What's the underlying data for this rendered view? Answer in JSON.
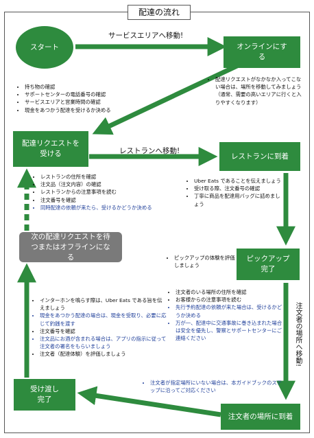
{
  "title": "配達の流れ",
  "nodes": {
    "start": "スタート",
    "online": "オンラインにする",
    "receive": "配達リクエストを受ける",
    "arrive_restaurant": "レストランに到着",
    "pickup_done": "ピックアップ完了",
    "wait": "次の配達リクエストを待つまたはオフラインになる",
    "delivered": "受け渡し完了",
    "arrive_customer": "注文者の場所に到着"
  },
  "labels": {
    "to_area": "サービスエリアへ移動!",
    "to_restaurant": "レストランへ移動!",
    "to_customer": "注文者の場所へ移動!"
  },
  "notes": {
    "start": [
      {
        "text": "持ち物の確認",
        "blue": false
      },
      {
        "text": "サポートセンターの電話番号の確認",
        "blue": false
      },
      {
        "text": "サービスエリアと営業時間の確認",
        "blue": false
      },
      {
        "text": "現金をあつかう配達を受けるか決める",
        "blue": false
      }
    ],
    "online": [
      {
        "text": "配達リクエストがなかなか入ってこない場合は、場所を移動してみましょう（通常、需要の高いエリアに行くと入りやすくなります）",
        "blue": false
      }
    ],
    "receive": [
      {
        "text": "レストランの住所を確認",
        "blue": false
      },
      {
        "text": "注文品（注文内容）の確認",
        "blue": false
      },
      {
        "text": "レストランからの注意事項を読む",
        "blue": false
      },
      {
        "text": "注文番号を確認",
        "blue": false
      },
      {
        "text": "同時配達の依頼が来たら、受けるかどうか決める",
        "blue": true
      }
    ],
    "restaurant": [
      {
        "text": "Uber Eats であることを伝えましょう",
        "blue": false
      },
      {
        "text": "受け取る際、注文番号の確認",
        "blue": false
      },
      {
        "text": "丁寧に商品を配達用バッグに詰めましょう",
        "blue": false
      }
    ],
    "pickup_eval": [
      {
        "text": "ピックアップの体験を評価しましょう",
        "blue": false
      }
    ],
    "pickup": [
      {
        "text": "注文者のいる場所の住所を確認",
        "blue": false
      },
      {
        "text": "お客様からの注意事項を読む",
        "blue": false
      },
      {
        "text": "先行予約配達の依頼が来た場合は、受けるかどうか決める",
        "blue": true
      },
      {
        "text": "万が一、配達中に交通事故に巻き込まれた場合は安全を優先し、警察とサポートセンターにご連絡ください",
        "blue": true
      }
    ],
    "delivered": [
      {
        "text": "インターホンを鳴らす際は、Uber Eats である旨を伝えましょう",
        "blue": false
      },
      {
        "text": "現金をあつかう配達の場合は、現金を受取り、必要に応じて釣銭を渡す",
        "blue": true
      },
      {
        "text": "注文番号を確認",
        "blue": false
      },
      {
        "text": "注文品にお酒が含まれる場合は、アプリの指示に従って注文者の署名をもらいましょう",
        "blue": true
      },
      {
        "text": "注文者（配達体験）を評価しましょう",
        "blue": false
      }
    ],
    "customer": [
      {
        "text": "注文者が指定場所にいない場合は、本ガイドブックのステップに沿ってご対応ください",
        "blue": true
      }
    ]
  }
}
